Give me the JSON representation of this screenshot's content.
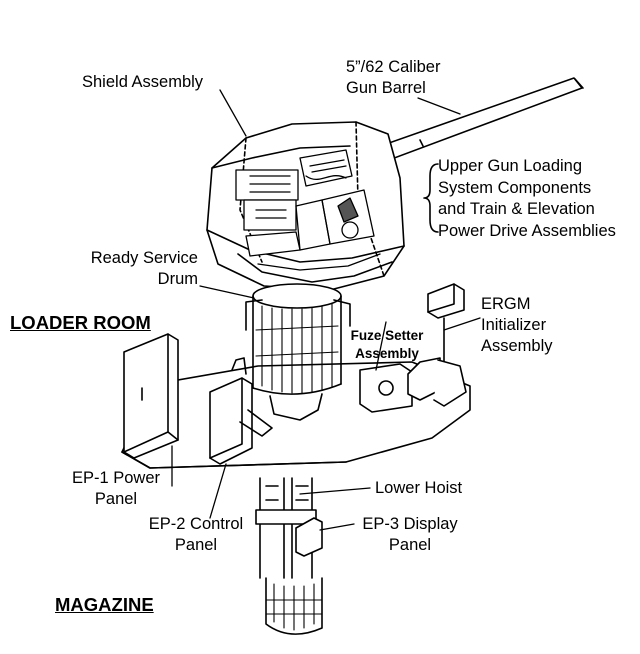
{
  "labels": {
    "shield_assembly": "Shield Assembly",
    "gun_barrel": [
      "5”/62 Caliber",
      "Gun Barrel"
    ],
    "upper_gun": [
      "Upper Gun Loading",
      "System Components",
      "and Train & Elevation",
      "Power Drive Assemblies"
    ],
    "ready_service_drum": [
      "Ready Service",
      "Drum"
    ],
    "loader_room": "LOADER ROOM",
    "fuze_setter": [
      "Fuze Setter",
      "Assembly"
    ],
    "ergm": [
      "ERGM",
      "Initializer",
      "Assembly"
    ],
    "ep1": [
      "EP-1 Power",
      "Panel"
    ],
    "lower_hoist": "Lower Hoist",
    "ep2": [
      "EP-2 Control",
      "Panel"
    ],
    "ep3": [
      "EP-3 Display",
      "Panel"
    ],
    "magazine": "MAGAZINE"
  }
}
